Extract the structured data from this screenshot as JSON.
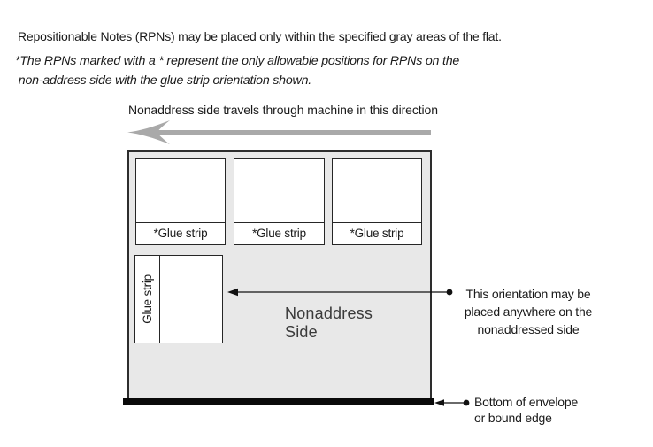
{
  "intro": "Repositionable Notes (RPNs) may be placed only within the specified gray areas of the flat.",
  "footnote": "*The RPNs marked with a * represent the only allowable positions for RPNs on the\n non-address side with the glue strip orientation shown.",
  "diagram": {
    "direction_label": "Nonaddress side travels through machine in this direction",
    "flat": {
      "side_label": "Nonaddress\nSide",
      "rpn_top_boxes": [
        {
          "glue_label": "*Glue strip"
        },
        {
          "glue_label": "*Glue strip"
        },
        {
          "glue_label": "*Glue strip"
        }
      ],
      "rpn_vertical_box": {
        "glue_label": "Glue strip"
      }
    },
    "callouts": {
      "orientation": "This orientation may be\nplaced anywhere on the\nnonaddressed side",
      "bottom_edge": "Bottom of envelope\nor bound edge"
    },
    "colors": {
      "flat_fill": "#e8e8e8",
      "flat_border": "#2d2d2d",
      "direction_arrow": "#a9a9a9",
      "bound_edge": "#0a0a0a",
      "text": "#1a1a1a"
    }
  }
}
